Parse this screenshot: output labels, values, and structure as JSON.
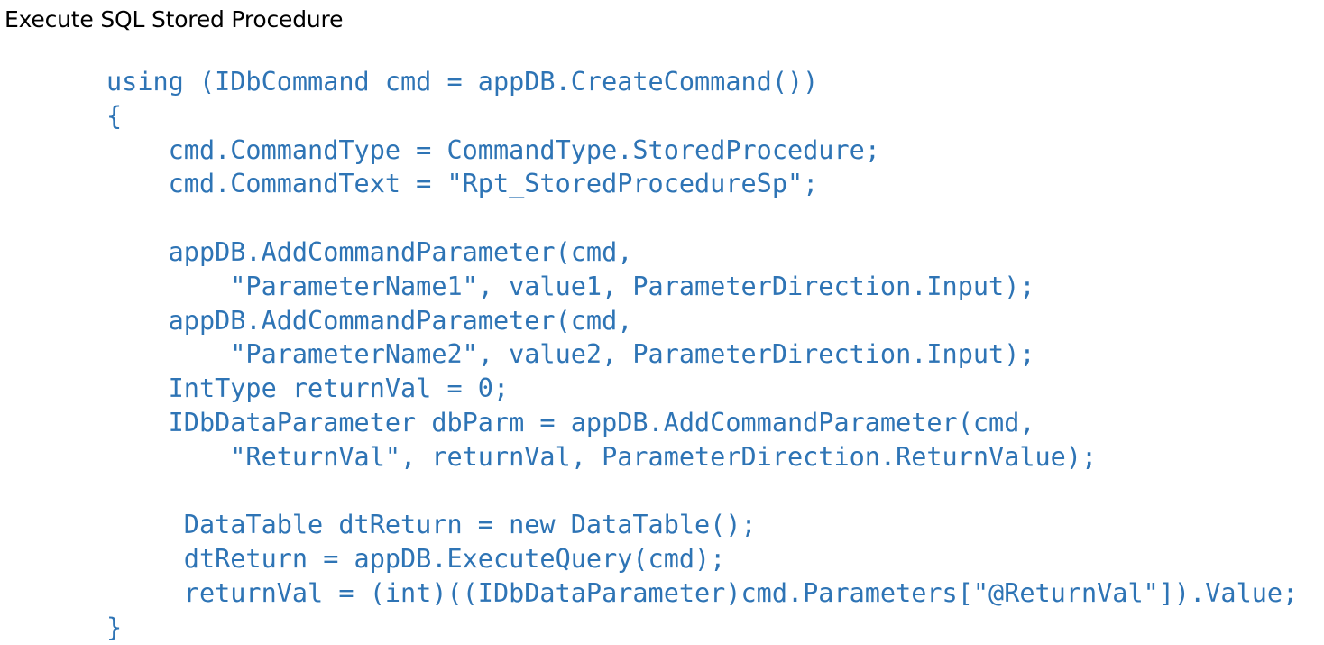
{
  "document": {
    "title": "Execute SQL Stored Procedure",
    "background_color": "#FFFFFF",
    "title_color": "#000000",
    "code_color": "#2E74B5"
  },
  "code": {
    "language": "csharp",
    "lines": [
      "using (IDbCommand cmd = appDB.CreateCommand())",
      "{",
      "    cmd.CommandType = CommandType.StoredProcedure;",
      "    cmd.CommandText = \"Rpt_StoredProcedureSp\";",
      "",
      "    appDB.AddCommandParameter(cmd,",
      "        \"ParameterName1\", value1, ParameterDirection.Input);",
      "    appDB.AddCommandParameter(cmd,",
      "        \"ParameterName2\", value2, ParameterDirection.Input);",
      "    IntType returnVal = 0;",
      "    IDbDataParameter dbParm = appDB.AddCommandParameter(cmd,",
      "        \"ReturnVal\", returnVal, ParameterDirection.ReturnValue);",
      "",
      "     DataTable dtReturn = new DataTable();",
      "     dtReturn = appDB.ExecuteQuery(cmd);",
      "     returnVal = (int)((IDbDataParameter)cmd.Parameters[\"@ReturnVal\"]).Value;",
      "}"
    ]
  }
}
